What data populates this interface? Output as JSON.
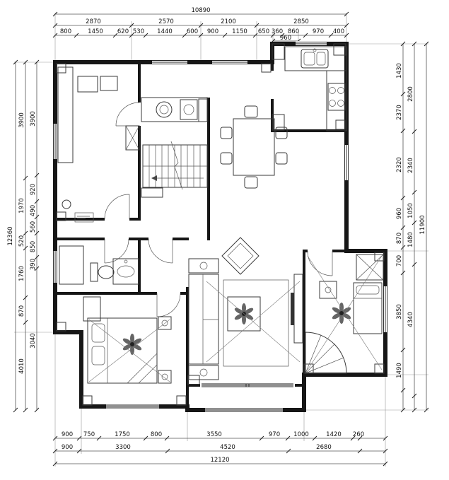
{
  "dims": {
    "top": {
      "total": "10890",
      "row2": [
        "2870",
        "2570",
        "2100",
        "2850"
      ],
      "row3": [
        "800",
        "1450",
        "620",
        "530",
        "1440",
        "600",
        "900",
        "1150",
        "650",
        "360",
        "860",
        "970",
        "400"
      ],
      "sub": "960"
    },
    "left": {
      "total": "12360",
      "outer": [
        "3900",
        "1970",
        "520",
        "1760",
        "870",
        "4010"
      ],
      "inner": [
        "3900",
        "920",
        "490",
        "560",
        "850",
        "390",
        "3040"
      ]
    },
    "right": {
      "total": "11900",
      "inner": [
        "1430",
        "2370",
        "2320",
        "960",
        "870",
        "700",
        "3850",
        "1490"
      ],
      "mid": [
        "2800",
        "2340",
        "1050",
        "1480",
        "4340"
      ]
    },
    "bottom": {
      "total": "12120",
      "row1": [
        "900",
        "750",
        "1750",
        "800",
        "3550",
        "970",
        "1000",
        "1420",
        "260"
      ],
      "row2": [
        "900",
        "3300",
        "4520",
        "2680"
      ]
    }
  }
}
